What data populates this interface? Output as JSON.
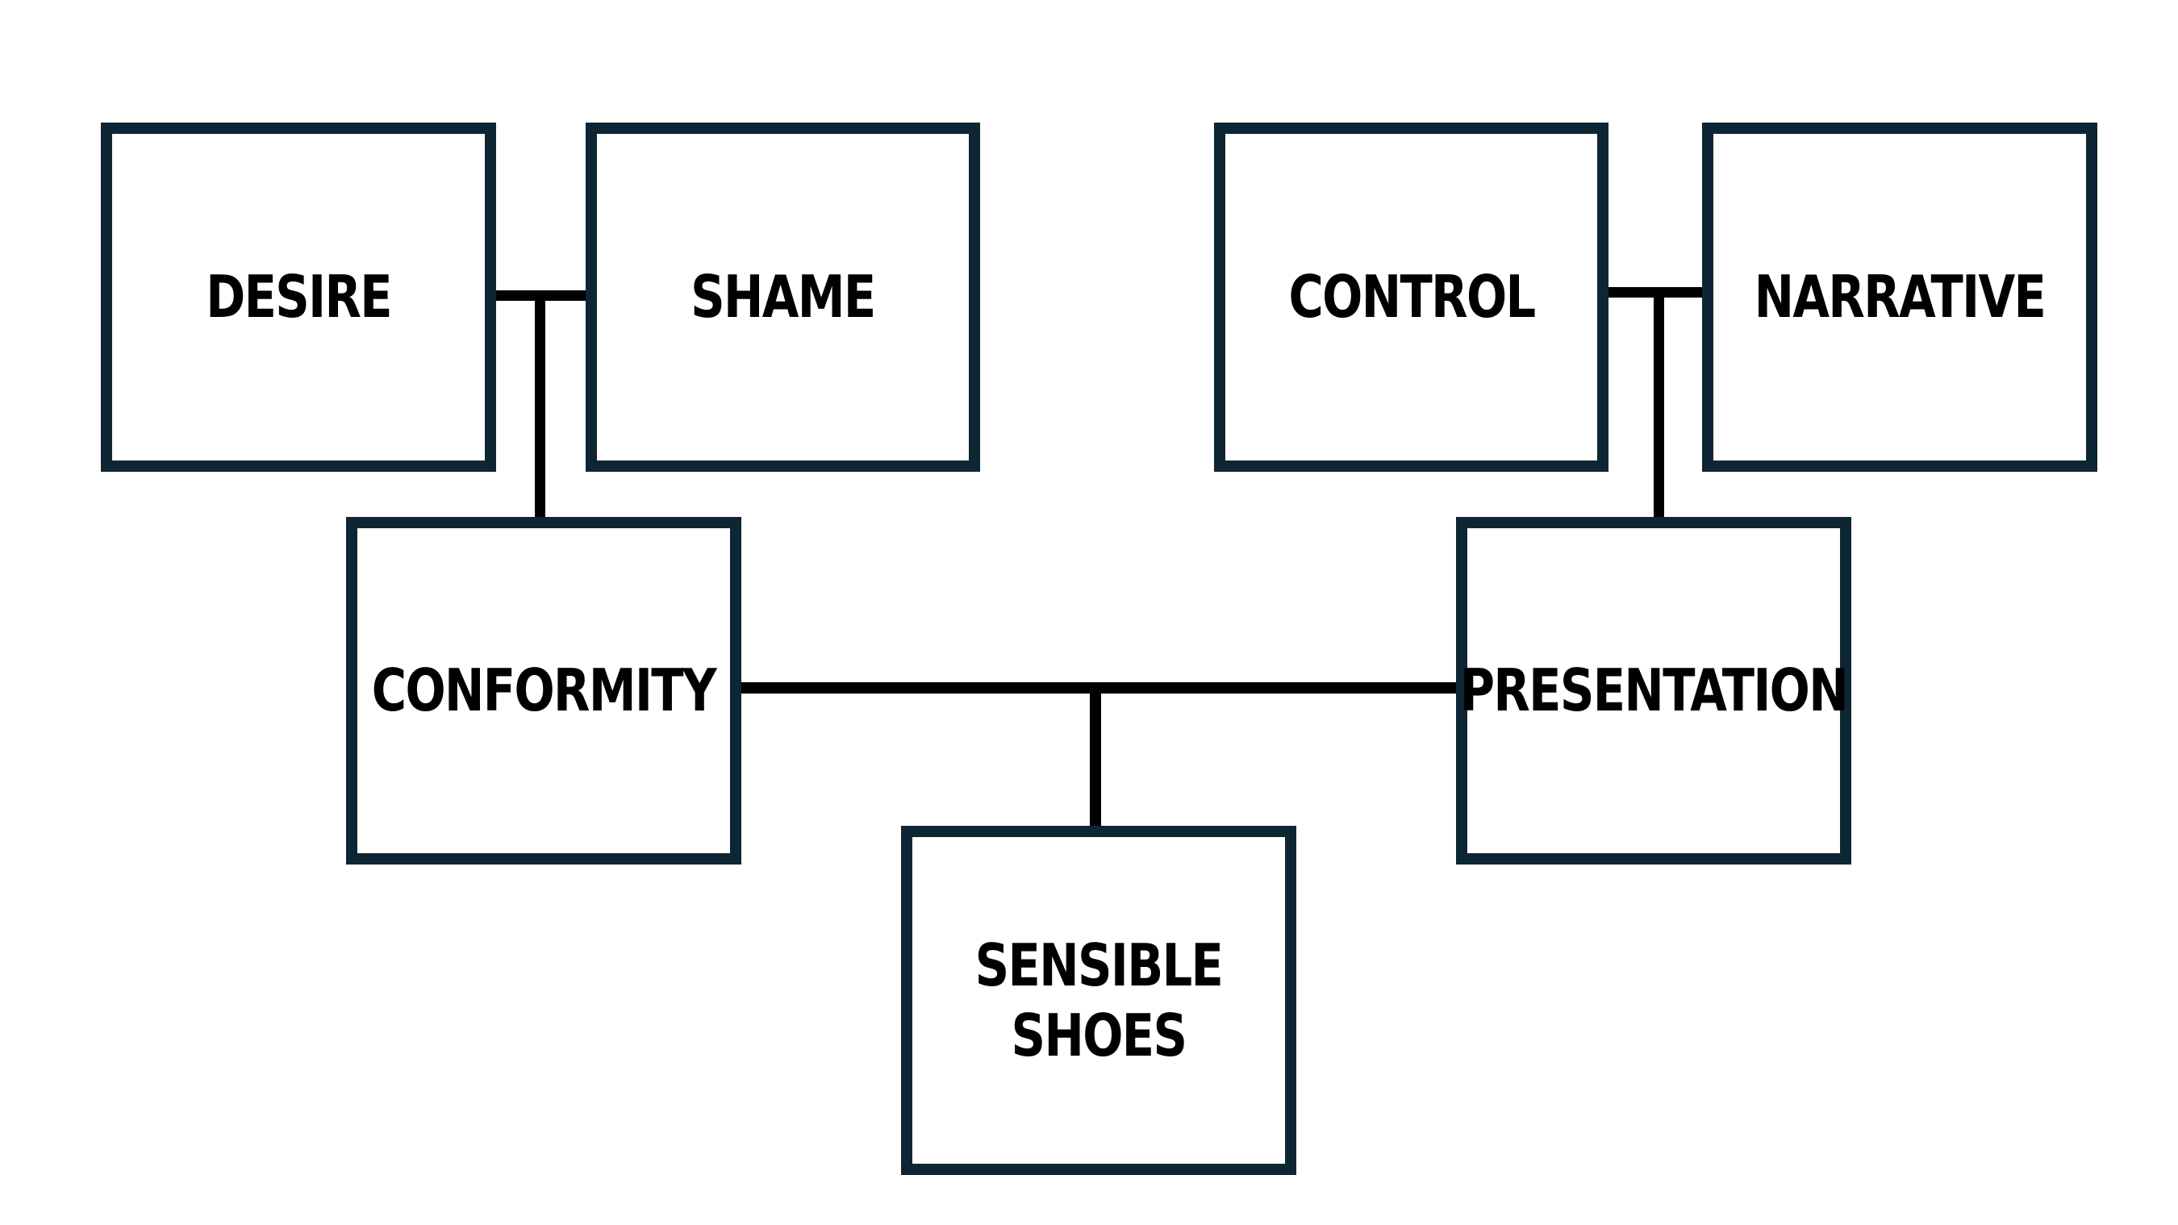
{
  "diagram": {
    "nodes": {
      "desire": "DESIRE",
      "shame": "SHAME",
      "control": "CONTROL",
      "narrative": "NARRATIVE",
      "conformity": "CONFORMITY",
      "presentation": "PRESENTATION",
      "sensible_shoes": "SENSIBLE\nSHOES"
    },
    "edges": [
      {
        "from": [
          "desire",
          "shame"
        ],
        "to": "conformity"
      },
      {
        "from": [
          "control",
          "narrative"
        ],
        "to": "presentation"
      },
      {
        "from": [
          "conformity",
          "presentation"
        ],
        "to": "sensible_shoes"
      }
    ],
    "colors": {
      "box_border": "#0e2633",
      "connector": "#000000",
      "text": "#000000",
      "background": "#ffffff"
    }
  }
}
